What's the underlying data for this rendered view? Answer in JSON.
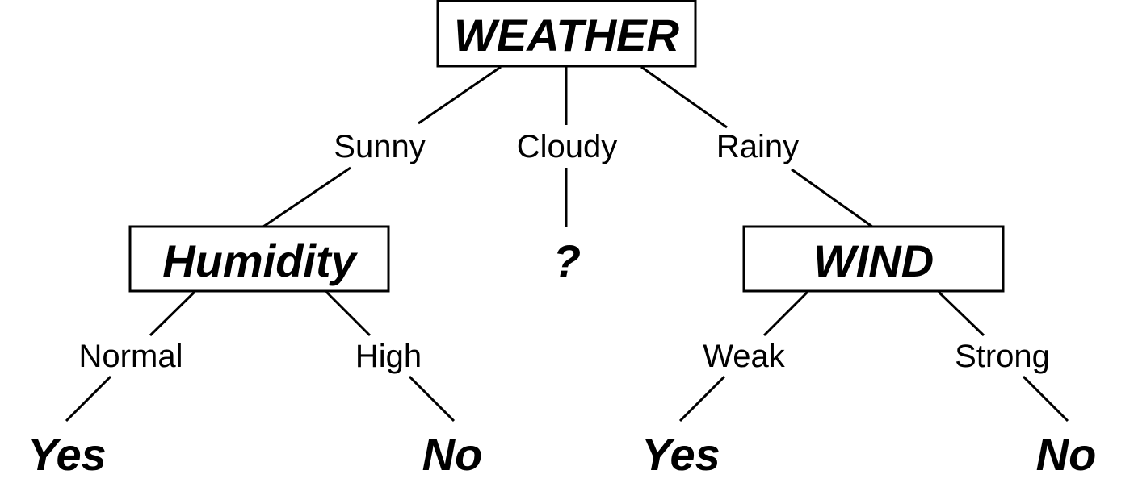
{
  "nodes": {
    "weather": "WEATHER",
    "humidity": "Humidity",
    "wind": "WIND"
  },
  "branches": {
    "sunny": "Sunny",
    "cloudy": "Cloudy",
    "rainy": "Rainy",
    "normal": "Normal",
    "high": "High",
    "weak": "Weak",
    "strong": "Strong"
  },
  "leaves": {
    "cloudy_result": "?",
    "humidity_normal": "Yes",
    "humidity_high": "No",
    "wind_weak": "Yes",
    "wind_strong": "No"
  }
}
